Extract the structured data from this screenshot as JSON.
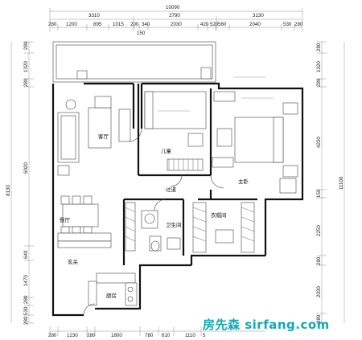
{
  "top_dims": {
    "overall": "10090",
    "tier1": [
      "3310",
      "2790",
      "3130"
    ],
    "tier2": [
      "280",
      "1200",
      "895",
      "1015",
      "200",
      "340",
      "2030",
      "420",
      "520",
      "560",
      "2040",
      "530",
      "280"
    ],
    "small": "150"
  },
  "bottom_dims": [
    "280",
    "1230",
    "280",
    "1800",
    "780",
    "610",
    "1110",
    "5"
  ],
  "left_dims": {
    "overall": "8130",
    "inner": [
      "280",
      "1320",
      "280",
      "6020",
      "640",
      "1470",
      "280",
      "530",
      "280"
    ]
  },
  "right_dims": {
    "overall": "11100",
    "inner": [
      "280",
      "1320",
      "280",
      "4230",
      "150",
      "2250",
      "280",
      "2030",
      "280"
    ]
  },
  "rooms": {
    "living": "客厅",
    "dining": "餐厅",
    "kids": "儿童",
    "master": "主卧",
    "corridor": "过道",
    "bathroom": "卫生间",
    "cloakroom": "衣帽间",
    "entrance": "玄关",
    "kitchen": "厨房"
  },
  "watermark": "房先森 sirfang.com"
}
